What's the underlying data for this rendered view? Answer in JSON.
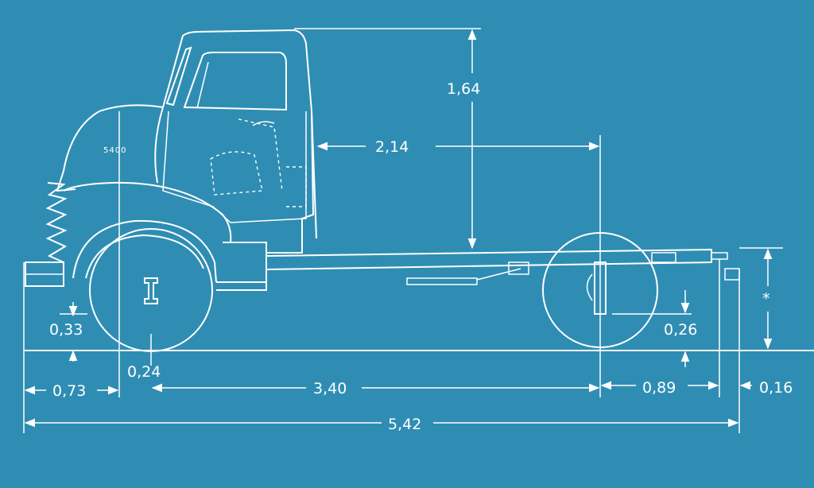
{
  "colors": {
    "background": "#2f8db3",
    "line": "#ffffff"
  },
  "model_label": "5400",
  "dimensions": {
    "overall_length": "5,42",
    "wheelbase": "3,40",
    "front_overhang": "0,73",
    "front_axle_offset": "0,24",
    "rear_overhang": "0,89",
    "rear_hitch": "0,16",
    "cab_height": "1,64",
    "cab_to_rear_axle": "2,14",
    "front_ground_clearance": "0,33",
    "rear_ground_clearance": "0,26",
    "frame_height": "*"
  }
}
